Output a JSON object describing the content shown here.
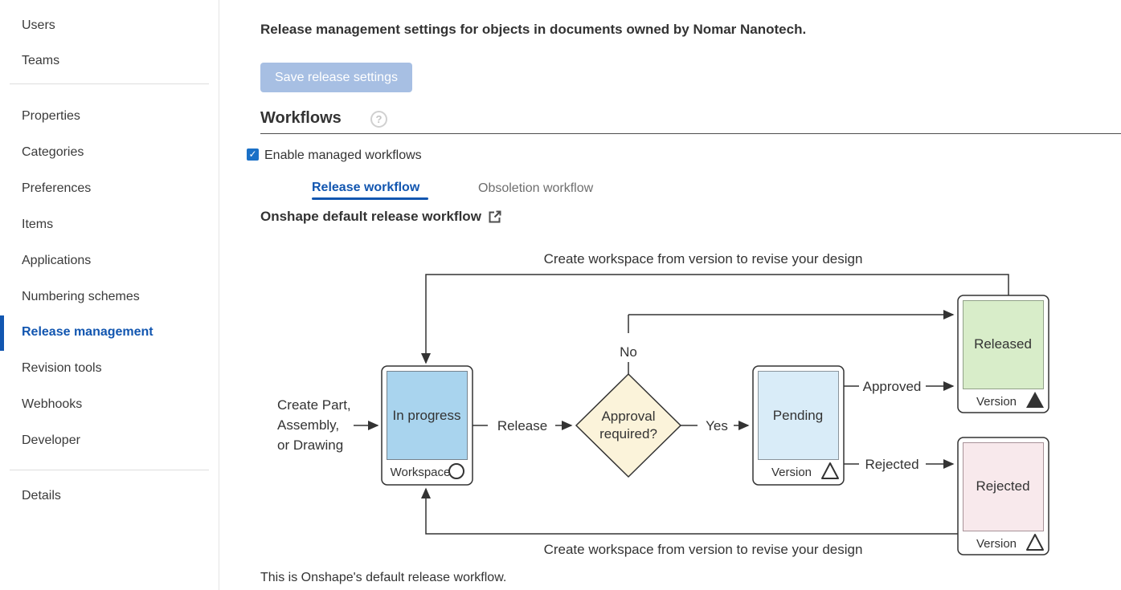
{
  "sidebar": {
    "items": [
      {
        "label": "Users",
        "active": false
      },
      {
        "label": "Teams",
        "active": false
      },
      {
        "label": "Properties",
        "active": false
      },
      {
        "label": "Categories",
        "active": false
      },
      {
        "label": "Preferences",
        "active": false
      },
      {
        "label": "Items",
        "active": false
      },
      {
        "label": "Applications",
        "active": false
      },
      {
        "label": "Numbering schemes",
        "active": false
      },
      {
        "label": "Release management",
        "active": true
      },
      {
        "label": "Revision tools",
        "active": false
      },
      {
        "label": "Webhooks",
        "active": false
      },
      {
        "label": "Developer",
        "active": false
      },
      {
        "label": "Details",
        "active": false
      }
    ]
  },
  "header": {
    "title": "Release management settings for objects in documents owned by Nomar Nanotech.",
    "save_button": "Save release settings",
    "save_button_enabled": false
  },
  "workflows": {
    "heading": "Workflows",
    "enable_label": "Enable managed workflows",
    "enabled": true,
    "tabs": [
      {
        "label": "Release workflow",
        "active": true
      },
      {
        "label": "Obsoletion workflow",
        "active": false
      }
    ],
    "workflow_name": "Onshape default release workflow",
    "footnote": "This is Onshape's default release workflow."
  },
  "icons": {
    "help": "?",
    "check": "✓"
  },
  "diagram": {
    "annotations": {
      "top": "Create workspace from version to revise your design",
      "bottom": "Create workspace from version to revise your design"
    },
    "trigger": {
      "line1": "Create Part,",
      "line2": "Assembly,",
      "line3": "or Drawing"
    },
    "nodes": [
      {
        "label": "In progress",
        "sublabel": "Workspace",
        "marker": "workspace-circle",
        "fill": "#a9d4ee"
      },
      {
        "label": "Pending",
        "sublabel": "Version",
        "marker": "version-triangle-outline",
        "fill": "#d9ecf8"
      },
      {
        "label": "Released",
        "sublabel": "Version",
        "marker": "version-triangle-filled",
        "fill": "#d8edc9"
      },
      {
        "label": "Rejected",
        "sublabel": "Version",
        "marker": "version-triangle-outline",
        "fill": "#f8e9ec"
      }
    ],
    "decision": {
      "line1": "Approval",
      "line2": "required?",
      "fill": "#fbf3da"
    },
    "edges": {
      "release": "Release",
      "yes": "Yes",
      "no": "No",
      "approved": "Approved",
      "rejected": "Rejected"
    }
  },
  "colors": {
    "accent_blue": "#1256b0",
    "checkbox_blue": "#1a70c7",
    "disabled_button": "#a7bfe3",
    "text": "#333333",
    "muted_tab": "#6e6e6e",
    "line": "#333333"
  }
}
